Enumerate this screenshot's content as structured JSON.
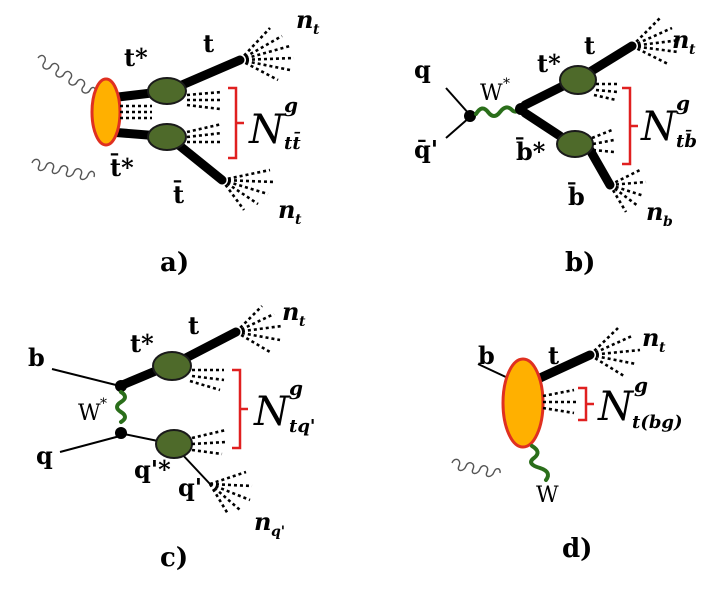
{
  "panels": {
    "a": {
      "caption": "a)",
      "t_star": "t*",
      "tbar_star": "t̄*",
      "t": "t",
      "tbar": "t̄",
      "n_top": "n",
      "n_top_sub": "t",
      "n_bot": "n",
      "n_bot_sub": "t",
      "N": "N",
      "N_sup": "g",
      "N_sub": "tt̄"
    },
    "b": {
      "caption": "b)",
      "q": "q",
      "qbar": "q̄'",
      "W": "W",
      "W_sup": "*",
      "t_star": "t*",
      "bbar_star": "b̄*",
      "t": "t",
      "bbar": "b̄",
      "n_top": "n",
      "n_top_sub": "t",
      "n_bot": "n",
      "n_bot_sub": "b",
      "N": "N",
      "N_sup": "g",
      "N_sub": "tb̄"
    },
    "c": {
      "caption": "c)",
      "b": "b",
      "q": "q",
      "W": "W",
      "W_sup": "*",
      "t_star": "t*",
      "qp_star": "q'*",
      "t": "t",
      "qp": "q'",
      "n_top": "n",
      "n_top_sub": "t",
      "n_bot": "n",
      "n_bot_sub": "q'",
      "N": "N",
      "N_sup": "g",
      "N_sub": "tq'"
    },
    "d": {
      "caption": "d)",
      "b": "b",
      "t": "t",
      "W": "W",
      "n_top": "n",
      "n_top_sub": "t",
      "N": "N",
      "N_sup": "g",
      "N_sub": "t(bg)"
    }
  },
  "colors": {
    "production_blob": "#ffb000",
    "blob_outline": "#e03020",
    "decay_blob": "#4e6a2a",
    "brace": "#e02020",
    "w_boson": "#2a6e1a"
  }
}
